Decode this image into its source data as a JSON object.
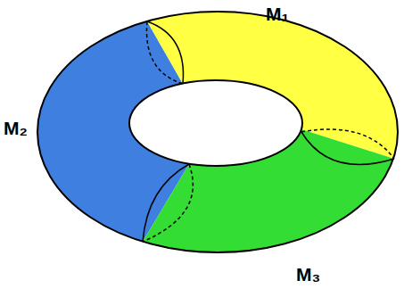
{
  "diagram": {
    "labels": [
      "M₁",
      "M₂",
      "M₃"
    ]
  }
}
